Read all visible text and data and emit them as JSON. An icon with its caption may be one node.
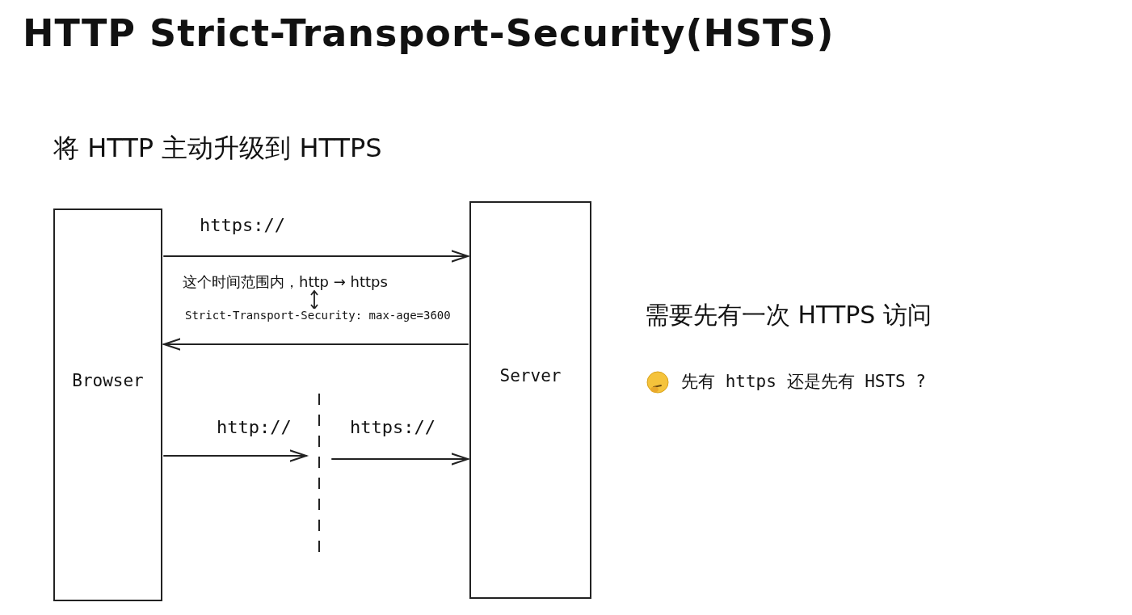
{
  "diagram": {
    "title": "HTTP Strict-Transport-Security(HSTS)",
    "nodes": [
      {
        "text": [
          "Browser"
        ]
      },
      {
        "text": [
          "Server"
        ]
      },
      {
        "text": [],
        "shape": "line"
      }
    ],
    "edges": [
      {
        "from": 0,
        "to": 1,
        "arrow": "to",
        "label": "https://"
      },
      {
        "from": 1,
        "to": 0,
        "arrow": "to",
        "label": "Strict-Transport-Security: max-age=3600"
      },
      {
        "from": 0,
        "to": 2,
        "arrow": "to",
        "label": "http://"
      },
      {
        "from": 2,
        "to": 1,
        "arrow": "to",
        "label": "https://"
      }
    ],
    "labels": [
      "将 HTTP 主动升级到 HTTPS",
      "这个时间范围内，http → https",
      "需要先有一次 HTTPS 访问",
      "先有 https 还是先有 HSTS ?"
    ]
  }
}
